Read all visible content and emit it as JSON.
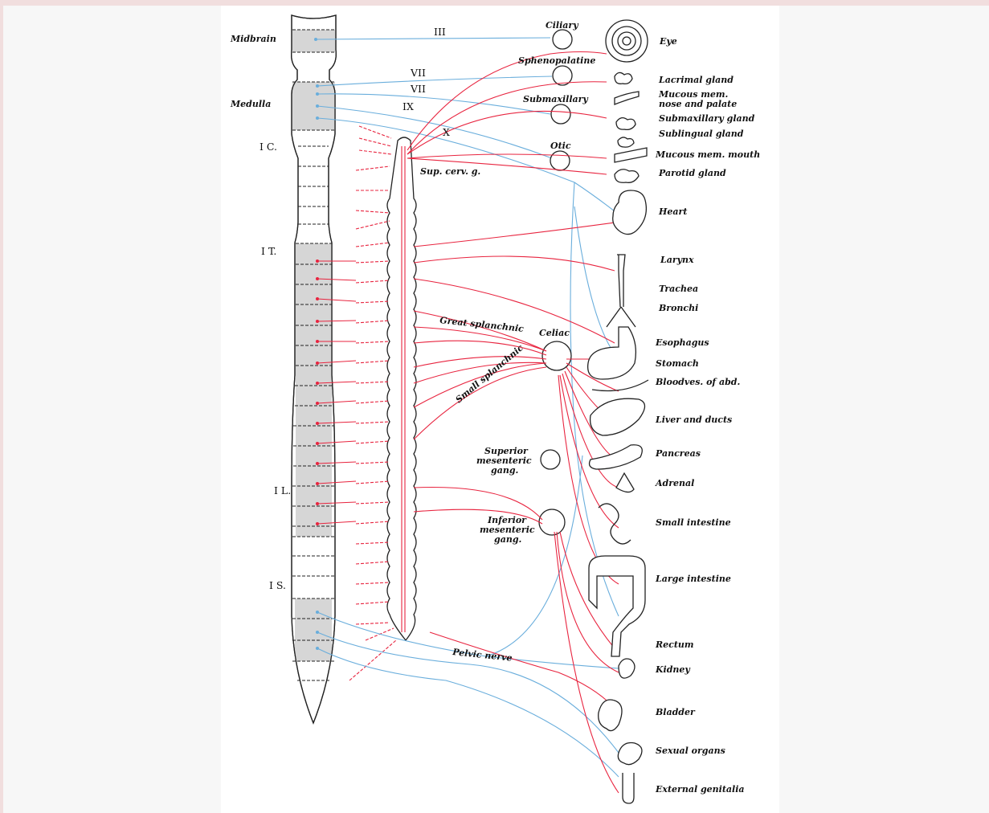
{
  "colors": {
    "sympathetic": "#e8243f",
    "parasympathetic": "#6aaedc",
    "shaded_segment": "#d6d6d6",
    "frame": "#f1dede"
  },
  "cord_labels": {
    "midbrain": "Midbrain",
    "medulla": "Medulla",
    "cervical": "I C.",
    "thoracic": "I T.",
    "lumbar": "I L.",
    "sacral": "I S."
  },
  "cranial_nerves": [
    "III",
    "VII",
    "VII",
    "IX",
    "X"
  ],
  "ganglia": {
    "ciliary": "Ciliary",
    "sphenopalatine": "Sphenopalatine",
    "submaxillary": "Submaxillary",
    "otic": "Otic",
    "sup_cerv": "Sup. cerv. g.",
    "celiac": "Celiac",
    "superior_mesenteric": [
      "Superior",
      "mesenteric",
      "gang."
    ],
    "inferior_mesenteric": [
      "Inferior",
      "mesenteric",
      "gang."
    ]
  },
  "nerves": {
    "great_splanchnic": "Great splanchnic",
    "small_splanchnic": "Small splanchnic",
    "pelvic": "Pelvic nerve"
  },
  "organs": [
    "Eye",
    "Lacrimal gland",
    "Mucous mem.",
    "nose and palate",
    "Submaxillary gland",
    "Sublingual gland",
    "Mucous mem. mouth",
    "Parotid gland",
    "Heart",
    "Larynx",
    "Trachea",
    "Bronchi",
    "Esophagus",
    "Stomach",
    "Bloodves. of abd.",
    "Liver and ducts",
    "Pancreas",
    "Adrenal",
    "Small intestine",
    "Large intestine",
    "Rectum",
    "Kidney",
    "Bladder",
    "Sexual organs",
    "External genitalia"
  ]
}
